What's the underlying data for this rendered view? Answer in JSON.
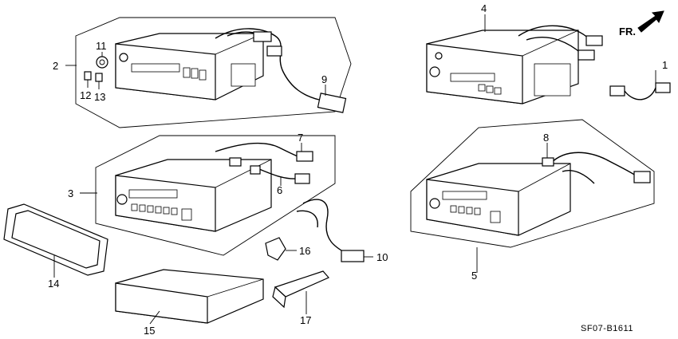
{
  "labels": [
    {
      "id": "1",
      "text": "1"
    },
    {
      "id": "2",
      "text": "2"
    },
    {
      "id": "3",
      "text": "3"
    },
    {
      "id": "4",
      "text": "4"
    },
    {
      "id": "5",
      "text": "5"
    },
    {
      "id": "6",
      "text": "6"
    },
    {
      "id": "7",
      "text": "7"
    },
    {
      "id": "8",
      "text": "8"
    },
    {
      "id": "9",
      "text": "9"
    },
    {
      "id": "10",
      "text": "10"
    },
    {
      "id": "11",
      "text": "11"
    },
    {
      "id": "12",
      "text": "12"
    },
    {
      "id": "13",
      "text": "13"
    },
    {
      "id": "14",
      "text": "14"
    },
    {
      "id": "15",
      "text": "15"
    },
    {
      "id": "16",
      "text": "16"
    },
    {
      "id": "17",
      "text": "17"
    }
  ],
  "direction_label": "FR.",
  "diagram_code": "SF07-B1611"
}
